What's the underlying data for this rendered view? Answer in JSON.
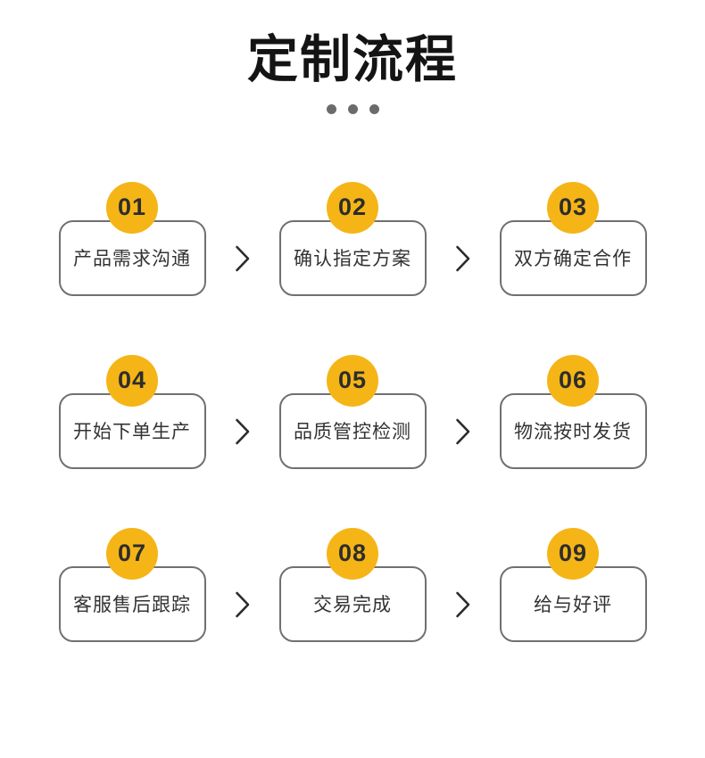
{
  "title": "定制流程",
  "decor": {
    "dots_count": 3
  },
  "colors": {
    "accent": "#F5B517",
    "number": "#2D2D2D",
    "box_border": "#707070",
    "text": "#333333",
    "dots": "#6B6B6B",
    "title": "#141414",
    "chevron": "#2B2B2B"
  },
  "steps": [
    {
      "num": "01",
      "label": "产品需求沟通"
    },
    {
      "num": "02",
      "label": "确认指定方案"
    },
    {
      "num": "03",
      "label": "双方确定合作"
    },
    {
      "num": "04",
      "label": "开始下单生产"
    },
    {
      "num": "05",
      "label": "品质管控检测"
    },
    {
      "num": "06",
      "label": "物流按时发货"
    },
    {
      "num": "07",
      "label": "客服售后跟踪"
    },
    {
      "num": "08",
      "label": "交易完成"
    },
    {
      "num": "09",
      "label": "给与好评"
    }
  ]
}
